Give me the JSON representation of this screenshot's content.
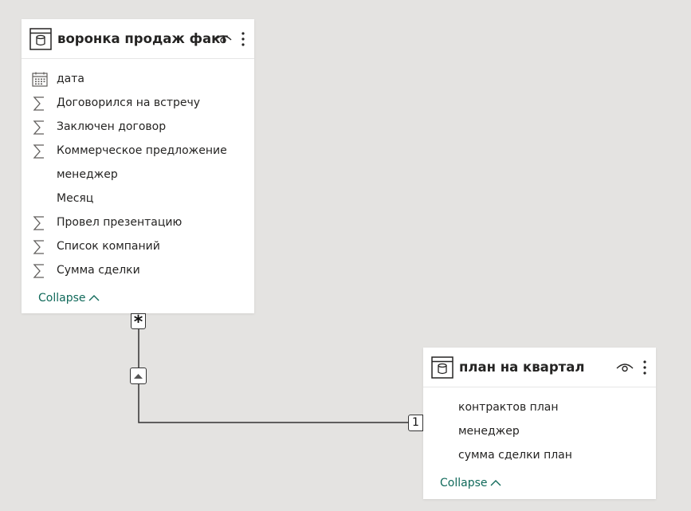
{
  "tables": [
    {
      "title": "воронка продаж факт",
      "fields": [
        {
          "label": "дата",
          "icon": "calendar-icon"
        },
        {
          "label": "Договорился на встречу",
          "icon": "sigma-icon"
        },
        {
          "label": "Заключен договор",
          "icon": "sigma-icon"
        },
        {
          "label": "Коммерческое предложение",
          "icon": "sigma-icon"
        },
        {
          "label": "менеджер",
          "icon": ""
        },
        {
          "label": "Месяц",
          "icon": ""
        },
        {
          "label": "Провел презентацию",
          "icon": "sigma-icon"
        },
        {
          "label": "Список компаний",
          "icon": "sigma-icon"
        },
        {
          "label": "Сумма сделки",
          "icon": "sigma-icon"
        }
      ],
      "collapse_label": "Collapse"
    },
    {
      "title": "план на квартал",
      "fields": [
        {
          "label": "контрактов план",
          "icon": ""
        },
        {
          "label": "менеджер",
          "icon": ""
        },
        {
          "label": "сумма сделки план",
          "icon": ""
        }
      ],
      "collapse_label": "Collapse"
    }
  ],
  "relationship": {
    "many_marker": "*",
    "one_marker": "1",
    "direction_icon": "single-direction-arrow-icon"
  },
  "colors": {
    "canvas": "#e4e3e1",
    "card": "#ffffff",
    "text": "#252423",
    "link": "#116a5b",
    "icon": "#605e5c"
  }
}
